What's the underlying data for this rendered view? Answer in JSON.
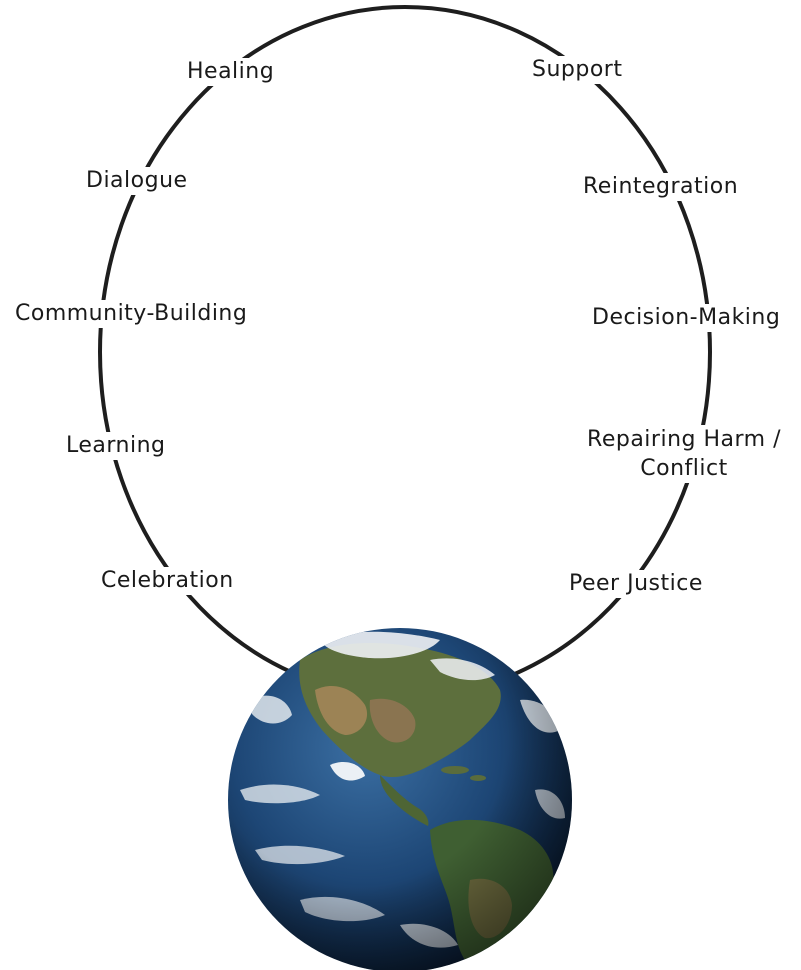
{
  "diagram": {
    "left_labels": [
      {
        "id": "healing",
        "text": "Healing"
      },
      {
        "id": "dialogue",
        "text": "Dialogue"
      },
      {
        "id": "community-building",
        "text": "Community-Building"
      },
      {
        "id": "learning",
        "text": "Learning"
      },
      {
        "id": "celebration",
        "text": "Celebration"
      }
    ],
    "right_labels": [
      {
        "id": "support",
        "text": "Support"
      },
      {
        "id": "reintegration",
        "text": "Reintegration"
      },
      {
        "id": "decision-making",
        "text": "Decision-Making"
      },
      {
        "id": "repairing-harm",
        "line1": "Repairing Harm /",
        "line2": "Conflict"
      },
      {
        "id": "peer-justice",
        "text": "Peer Justice"
      }
    ],
    "colors": {
      "ring": "#1e1e1e",
      "ocean_dark": "#0d2440",
      "ocean_mid": "#1f4a7a",
      "land_green": "#4f6b3a",
      "land_brown": "#9a7f55",
      "cloud": "#f2f4f6"
    }
  }
}
